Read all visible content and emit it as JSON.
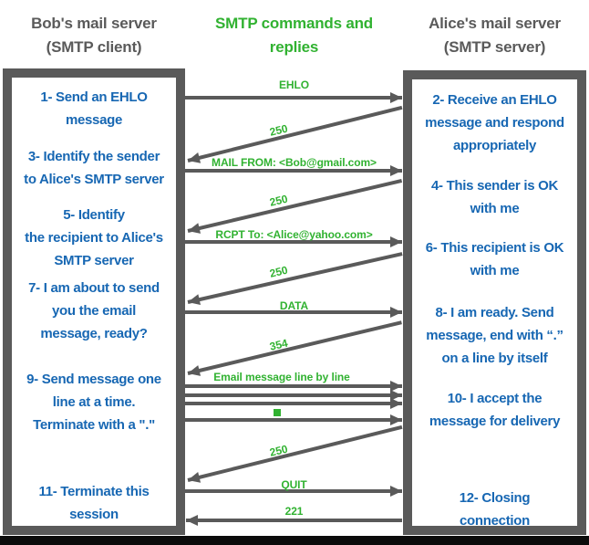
{
  "colors": {
    "green": "#31b231",
    "blue": "#1767b3",
    "gray": "#5a5a5a"
  },
  "headers": {
    "client": "Bob's mail server\n(SMTP client)",
    "center": "SMTP commands and\nreplies",
    "server": "Alice's mail server\n(SMTP server)"
  },
  "client_box": {
    "step_1": "1- Send an EHLO\nmessage",
    "step_3": "3- Identify the sender\nto Alice's SMTP server",
    "step_5": "5- Identify\nthe recipient to Alice's\nSMTP server",
    "step_7": "7- I am about to send\nyou the email\nmessage, ready?",
    "step_9": "9- Send message one\nline at a time.\nTerminate with a \".\"",
    "step_11": "11- Terminate this\nsession"
  },
  "server_box": {
    "step_2": "2- Receive an EHLO\nmessage and respond\nappropriately",
    "step_4": "4- This sender is OK\nwith me",
    "step_6": "6- This recipient is OK\nwith me",
    "step_8": "8-  I am ready. Send\nmessage, end with “.”\non a line by itself",
    "step_10": "10-  I accept the\nmessage for delivery",
    "step_12": "12-  Closing\nconnection"
  },
  "messages": {
    "ehlo": "EHLO",
    "reply_250_a": "250",
    "mail_from": "MAIL FROM: <Bob@gmail.com>",
    "reply_250_b": "250",
    "rcpt_to": "RCPT To: <Alice@yahoo.com>",
    "reply_250_c": "250",
    "data": "DATA",
    "reply_354": "354",
    "email_lines": "Email message line by line",
    "reply_250_d": "250",
    "quit": "QUIT",
    "reply_221": "221"
  }
}
